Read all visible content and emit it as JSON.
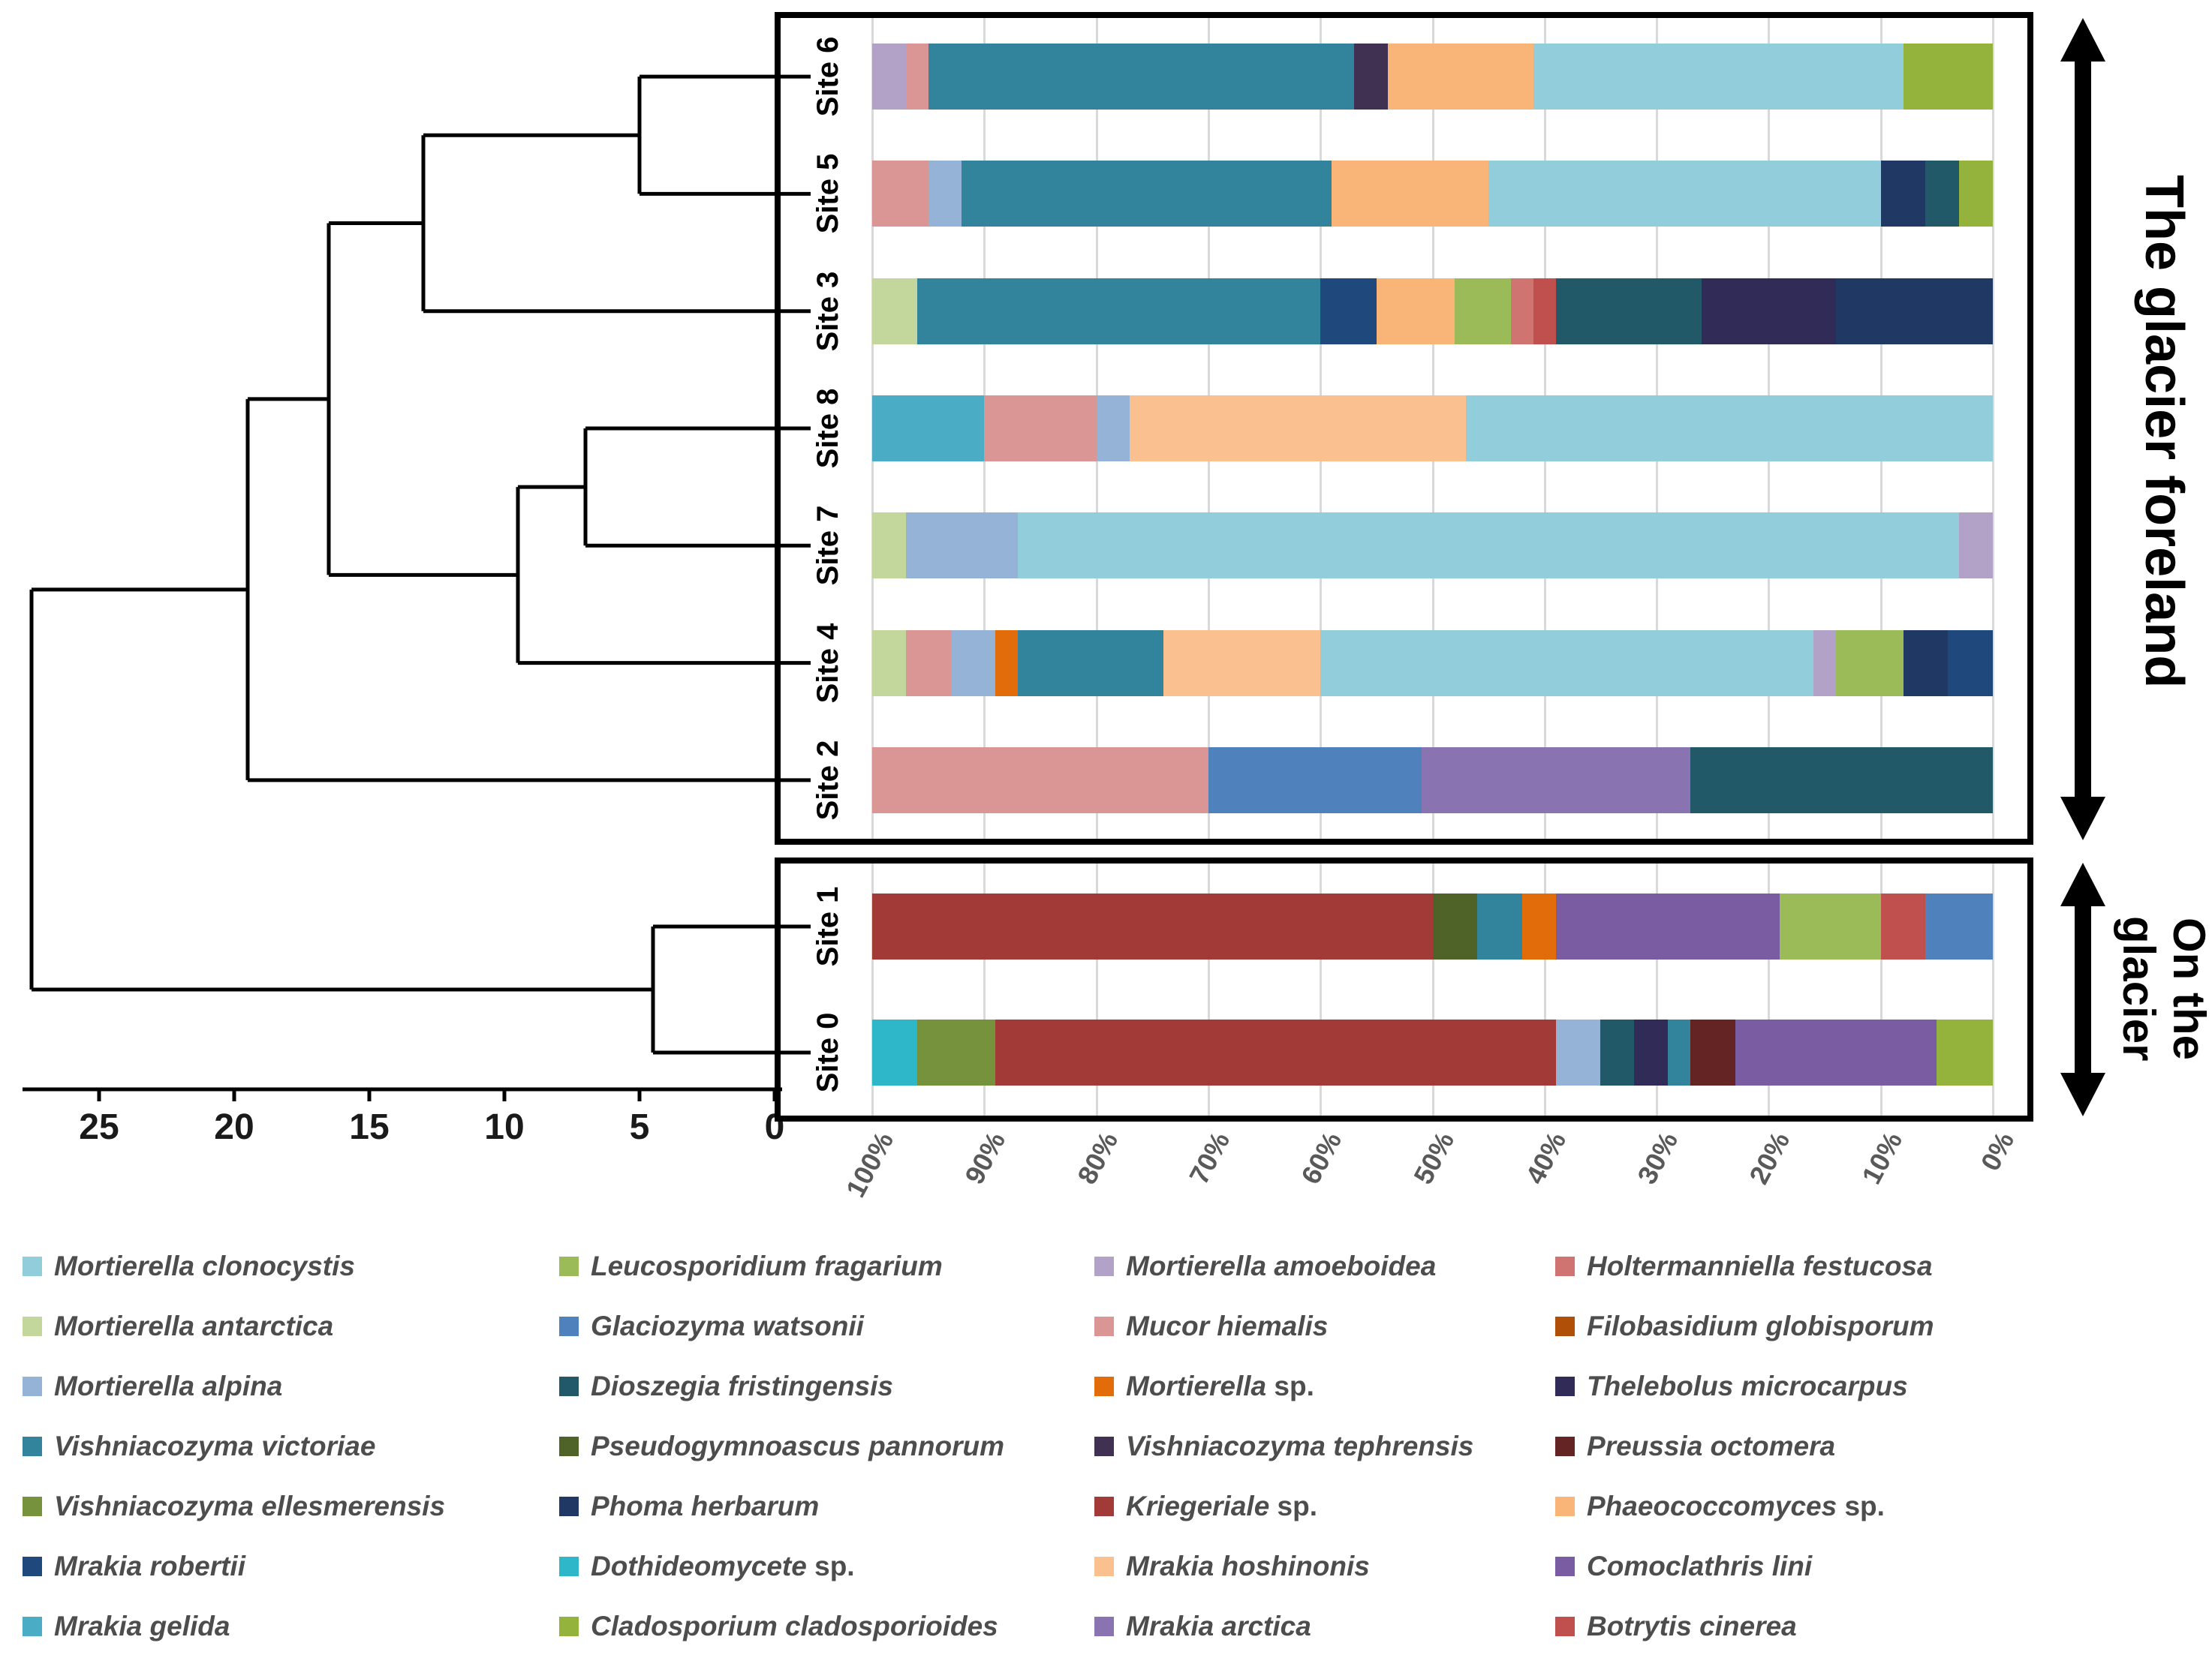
{
  "right_labels": {
    "foreland": "The glacier foreland",
    "glacier": "On the glacier"
  },
  "species": [
    {
      "name": "Mortierella clonocystis",
      "sp": false,
      "color": "#92CDDC"
    },
    {
      "name": "Mortierella antarctica",
      "sp": false,
      "color": "#C3D69B"
    },
    {
      "name": "Mortierella alpina",
      "sp": false,
      "color": "#95B3D7"
    },
    {
      "name": "Vishniacozyma victoriae",
      "sp": false,
      "color": "#31849B"
    },
    {
      "name": "Vishniacozyma  ellesmerensis",
      "sp": false,
      "color": "#76923C"
    },
    {
      "name": "Mrakia robertii",
      "sp": false,
      "color": "#1F497D"
    },
    {
      "name": "Mrakia gelida",
      "sp": false,
      "color": "#4BACC6"
    },
    {
      "name": "Leucosporidium fragarium",
      "sp": false,
      "color": "#9BBB59"
    },
    {
      "name": "Glaciozyma watsonii",
      "sp": false,
      "color": "#4F81BD"
    },
    {
      "name": "Dioszegia fristingensis",
      "sp": false,
      "color": "#215968"
    },
    {
      "name": "Pseudogymnoascus pannorum",
      "sp": false,
      "color": "#4F6228"
    },
    {
      "name": "Phoma herbarum",
      "sp": false,
      "color": "#1F3864"
    },
    {
      "name": "Dothideomycete",
      "sp": true,
      "color": "#2EB6C9"
    },
    {
      "name": "Cladosporium cladosporioides",
      "sp": false,
      "color": "#94B33D"
    },
    {
      "name": "Mortierella amoeboidea",
      "sp": false,
      "color": "#B3A2C7"
    },
    {
      "name": "Mucor hiemalis",
      "sp": false,
      "color": "#D99694"
    },
    {
      "name": "Mortierella",
      "sp": true,
      "color": "#E36C0A"
    },
    {
      "name": "Vishniacozyma tephrensis",
      "sp": false,
      "color": "#403152"
    },
    {
      "name": "Kriegeriale",
      "sp": true,
      "color": "#A23B38"
    },
    {
      "name": "Mrakia hoshinonis",
      "sp": false,
      "color": "#FAC08F"
    },
    {
      "name": "Mrakia arctica",
      "sp": false,
      "color": "#8973B0"
    },
    {
      "name": "Holtermanniella festucosa",
      "sp": false,
      "color": "#D07472"
    },
    {
      "name": "Filobasidium globisporum",
      "sp": false,
      "color": "#B04F08"
    },
    {
      "name": "Thelebolus microcarpus",
      "sp": false,
      "color": "#302B57"
    },
    {
      "name": "Preussia octomera",
      "sp": false,
      "color": "#632423"
    },
    {
      "name": "Phaeococcomyces",
      "sp": true,
      "color": "#F9B577"
    },
    {
      "name": "Comoclathris lini",
      "sp": false,
      "color": "#7A5CA3"
    },
    {
      "name": "Botrytis cinerea",
      "sp": false,
      "color": "#C0504D"
    }
  ],
  "dendrogram": {
    "axis_ticks": [
      25,
      20,
      15,
      10,
      5,
      0
    ],
    "leaf_order": [
      "Site 6",
      "Site 5",
      "Site 3",
      "Site 8",
      "Site 7",
      "Site 4",
      "Site 2",
      "Site 1",
      "Site 0"
    ],
    "merges": [
      {
        "a": "Site 6",
        "b": "Site 5",
        "height": 5
      },
      {
        "a": "M0",
        "b": "Site 3",
        "height": 13
      },
      {
        "a": "Site 8",
        "b": "Site 7",
        "height": 7
      },
      {
        "a": "M2",
        "b": "Site 4",
        "height": 9.5
      },
      {
        "a": "M1",
        "b": "M3",
        "height": 16.5
      },
      {
        "a": "M4",
        "b": "Site 2",
        "height": 19.5
      },
      {
        "a": "Site 1",
        "b": "Site 0",
        "height": 4.5
      },
      {
        "a": "M5",
        "b": "M6",
        "height": 27.5
      }
    ]
  },
  "chart_data": {
    "type": "bar",
    "orientation": "horizontal-stacked-100-reversed-axis",
    "x_axis_labels": [
      "100%",
      "90%",
      "80%",
      "70%",
      "60%",
      "50%",
      "40%",
      "30%",
      "20%",
      "10%",
      "0%"
    ],
    "groups": [
      {
        "label": "The glacier foreland",
        "sites": [
          "Site 6",
          "Site 5",
          "Site 3",
          "Site 8",
          "Site 7",
          "Site 4",
          "Site 2"
        ]
      },
      {
        "label": "On the glacier",
        "sites": [
          "Site 1",
          "Site 0"
        ]
      }
    ],
    "bars": [
      {
        "site": "Site 6",
        "segments": [
          [
            "Mortierella amoeboidea",
            3
          ],
          [
            "Mucor hiemalis",
            2
          ],
          [
            "Vishniacozyma victoriae",
            38
          ],
          [
            "Vishniacozyma tephrensis",
            3
          ],
          [
            "Phaeococcomyces sp.",
            13
          ],
          [
            "Mortierella clonocystis",
            33
          ],
          [
            "Cladosporium cladosporioides",
            8
          ]
        ]
      },
      {
        "site": "Site 5",
        "segments": [
          [
            "Mucor hiemalis",
            5
          ],
          [
            "Mortierella alpina",
            3
          ],
          [
            "Vishniacozyma victoriae",
            33
          ],
          [
            "Phaeococcomyces sp.",
            14
          ],
          [
            "Mortierella clonocystis",
            35
          ],
          [
            "Phoma herbarum",
            4
          ],
          [
            "Dioszegia fristingensis",
            3
          ],
          [
            "Cladosporium cladosporioides",
            3
          ]
        ]
      },
      {
        "site": "Site 3",
        "segments": [
          [
            "Mortierella antarctica",
            4
          ],
          [
            "Vishniacozyma victoriae",
            36
          ],
          [
            "Mrakia robertii",
            5
          ],
          [
            "Phaeococcomyces sp.",
            7
          ],
          [
            "Leucosporidium fragarium",
            5
          ],
          [
            "Holtermanniella festucosa",
            2
          ],
          [
            "Botrytis cinerea",
            2
          ],
          [
            "Dioszegia fristingensis",
            13
          ],
          [
            "Thelebolus microcarpus",
            12
          ],
          [
            "Phoma herbarum",
            14
          ]
        ]
      },
      {
        "site": "Site 8",
        "segments": [
          [
            "Mrakia gelida",
            10
          ],
          [
            "Mucor hiemalis",
            10
          ],
          [
            "Mortierella alpina",
            3
          ],
          [
            "Mrakia hoshinonis",
            30
          ],
          [
            "Mortierella clonocystis",
            47
          ]
        ]
      },
      {
        "site": "Site 7",
        "segments": [
          [
            "Mortierella antarctica",
            3
          ],
          [
            "Mortierella alpina",
            10
          ],
          [
            "Mortierella clonocystis",
            84
          ],
          [
            "Mortierella amoeboidea",
            3
          ]
        ]
      },
      {
        "site": "Site 4",
        "segments": [
          [
            "Mortierella antarctica",
            3
          ],
          [
            "Mucor hiemalis",
            4
          ],
          [
            "Mortierella alpina",
            4
          ],
          [
            "Mortierella sp.",
            2
          ],
          [
            "Vishniacozyma victoriae",
            13
          ],
          [
            "Mrakia hoshinonis",
            14
          ],
          [
            "Mortierella clonocystis",
            44
          ],
          [
            "Mortierella amoeboidea",
            2
          ],
          [
            "Leucosporidium fragarium",
            6
          ],
          [
            "Phoma herbarum",
            4
          ],
          [
            "Mrakia robertii",
            4
          ]
        ]
      },
      {
        "site": "Site 2",
        "segments": [
          [
            "Mucor hiemalis",
            30
          ],
          [
            "Glaciozyma watsonii",
            19
          ],
          [
            "Mrakia arctica",
            24
          ],
          [
            "Dioszegia fristingensis",
            27
          ]
        ]
      },
      {
        "site": "Site 1",
        "segments": [
          [
            "Kriegeriale sp.",
            50
          ],
          [
            "Pseudogymnoascus pannorum",
            4
          ],
          [
            "Vishniacozyma victoriae",
            4
          ],
          [
            "Mortierella sp.",
            3
          ],
          [
            "Comoclathris lini",
            20
          ],
          [
            "Leucosporidium fragarium",
            9
          ],
          [
            "Botrytis cinerea",
            4
          ],
          [
            "Glaciozyma watsonii",
            6
          ]
        ]
      },
      {
        "site": "Site 0",
        "segments": [
          [
            "Dothideomycete sp.",
            4
          ],
          [
            "Vishniacozyma  ellesmerensis",
            7
          ],
          [
            "Kriegeriale sp.",
            50
          ],
          [
            "Mortierella alpina",
            4
          ],
          [
            "Dioszegia fristingensis",
            3
          ],
          [
            "Thelebolus microcarpus",
            3
          ],
          [
            "Vishniacozyma victoriae",
            2
          ],
          [
            "Preussia octomera",
            4
          ],
          [
            "Comoclathris lini",
            18
          ],
          [
            "Cladosporium cladosporioides",
            5
          ]
        ]
      }
    ]
  }
}
